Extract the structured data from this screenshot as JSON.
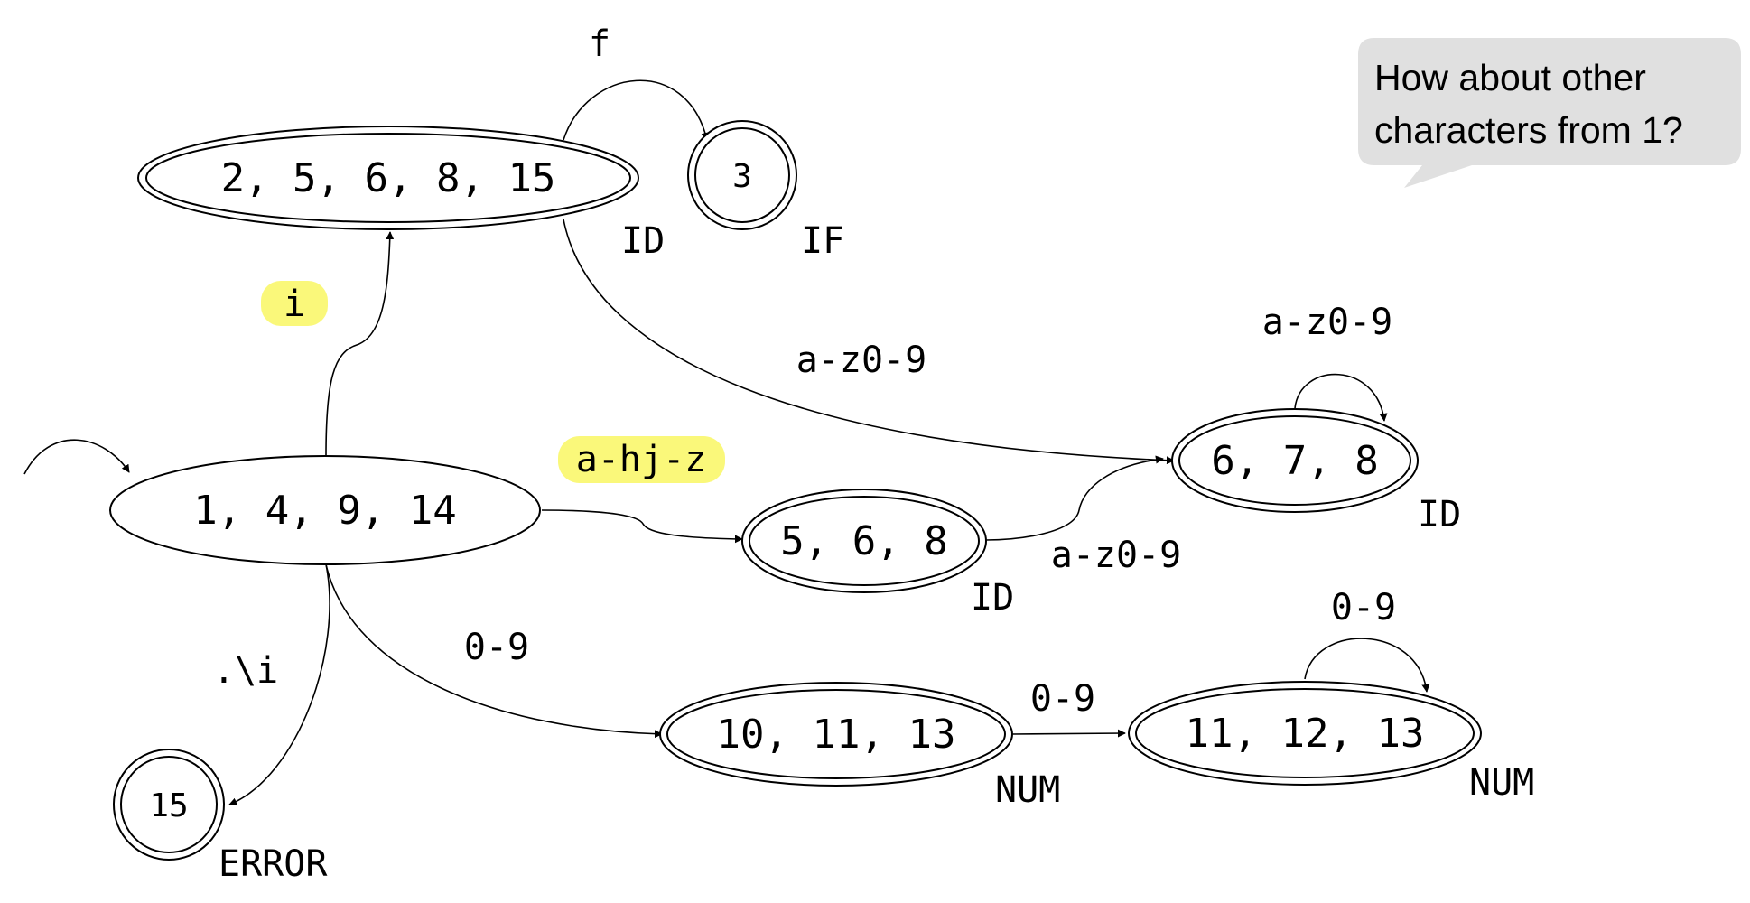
{
  "states": {
    "s1": "1, 4, 9, 14",
    "s2": "2, 5, 6, 8, 15",
    "s3": "3",
    "s4": "5, 6, 8",
    "s5": "6, 7, 8",
    "s6": "10, 11, 13",
    "s7": "11, 12, 13",
    "s8": "15"
  },
  "tokens": {
    "s2": "ID",
    "s3": "IF",
    "s4": "ID",
    "s5": "ID",
    "s6": "NUM",
    "s7": "NUM",
    "s8": "ERROR"
  },
  "edges": {
    "i": "i",
    "f": "f",
    "a_hj_z": "a-hj-z",
    "s2_to_s5": "a-z0-9",
    "s5_loop": "a-z0-9",
    "s4_to_s5": "a-z0-9",
    "s1_to_s6": "0-9",
    "s1_to_s8": ".\\i",
    "s6_to_s7": "0-9",
    "s7_loop": "0-9"
  },
  "bubble": {
    "line1": "How about other",
    "line2": "characters from 1?"
  },
  "colors": {
    "highlight": "#FAF87A",
    "bubble": "#E0E0E0"
  }
}
